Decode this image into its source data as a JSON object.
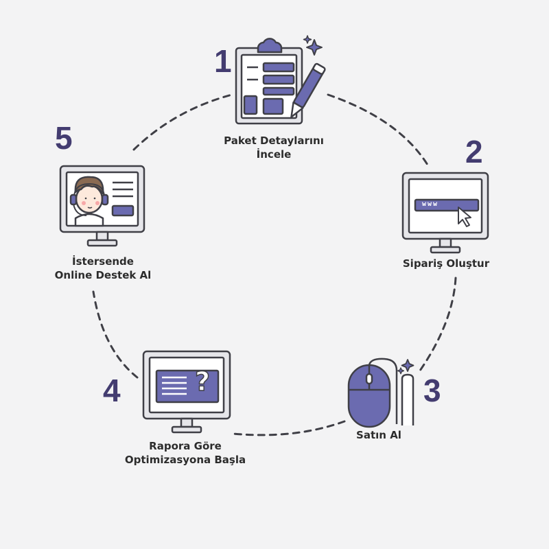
{
  "steps": [
    {
      "number": "1",
      "label_lines": [
        "Paket Detaylarını",
        "İncele"
      ],
      "icon": "clipboard-pen-icon"
    },
    {
      "number": "2",
      "label_lines": [
        "Sipariş Oluştur"
      ],
      "icon": "browser-url-icon",
      "url_text": "www"
    },
    {
      "number": "3",
      "label_lines": [
        "Satın Al"
      ],
      "icon": "computer-mouse-icon"
    },
    {
      "number": "4",
      "label_lines": [
        "Rapora Göre",
        "Optimizasyona Başla"
      ],
      "icon": "monitor-question-icon",
      "question_mark": "?"
    },
    {
      "number": "5",
      "label_lines": [
        "İstersende",
        "Online Destek Al"
      ],
      "icon": "support-agent-monitor-icon"
    }
  ],
  "colors": {
    "background": "#f3f3f4",
    "accent": "#6b6bb0",
    "number": "#433c70",
    "outline": "#3f3f46",
    "screen": "#ffffff",
    "frame": "#e6e6ea"
  }
}
